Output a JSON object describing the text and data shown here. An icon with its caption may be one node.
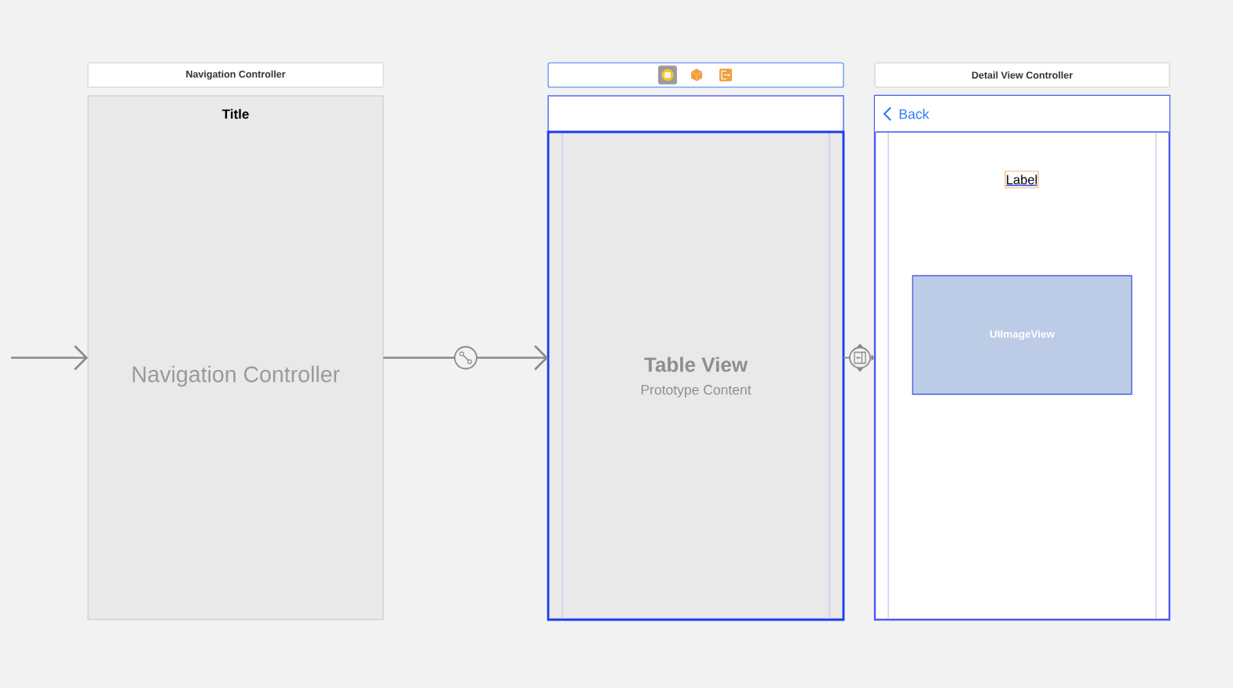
{
  "diagram": {
    "nodes": [
      {
        "text": [
          "Navigation Controller"
        ]
      },
      {
        "text": [
          "Title",
          "Navigation Controller"
        ]
      },
      {
        "text": [],
        "shape": "box"
      },
      {
        "text": [],
        "shape": "box"
      },
      {
        "text": [
          "Table View",
          "Prototype Content"
        ]
      },
      {
        "text": [
          "Detail View Controller"
        ]
      },
      {
        "text": [],
        "shape": "box"
      },
      {
        "text": [
          "Back"
        ],
        "in": 6
      },
      {
        "text": [
          "Label"
        ],
        "in": 6
      },
      {
        "text": [
          "UIImageView"
        ],
        "in": 6
      }
    ],
    "edges": [
      {
        "from": null,
        "to": 1,
        "arrow": "to"
      },
      {
        "from": 1,
        "to": 4,
        "arrow": "to"
      },
      {
        "from": 4,
        "to": 6,
        "arrow": "to"
      }
    ]
  }
}
